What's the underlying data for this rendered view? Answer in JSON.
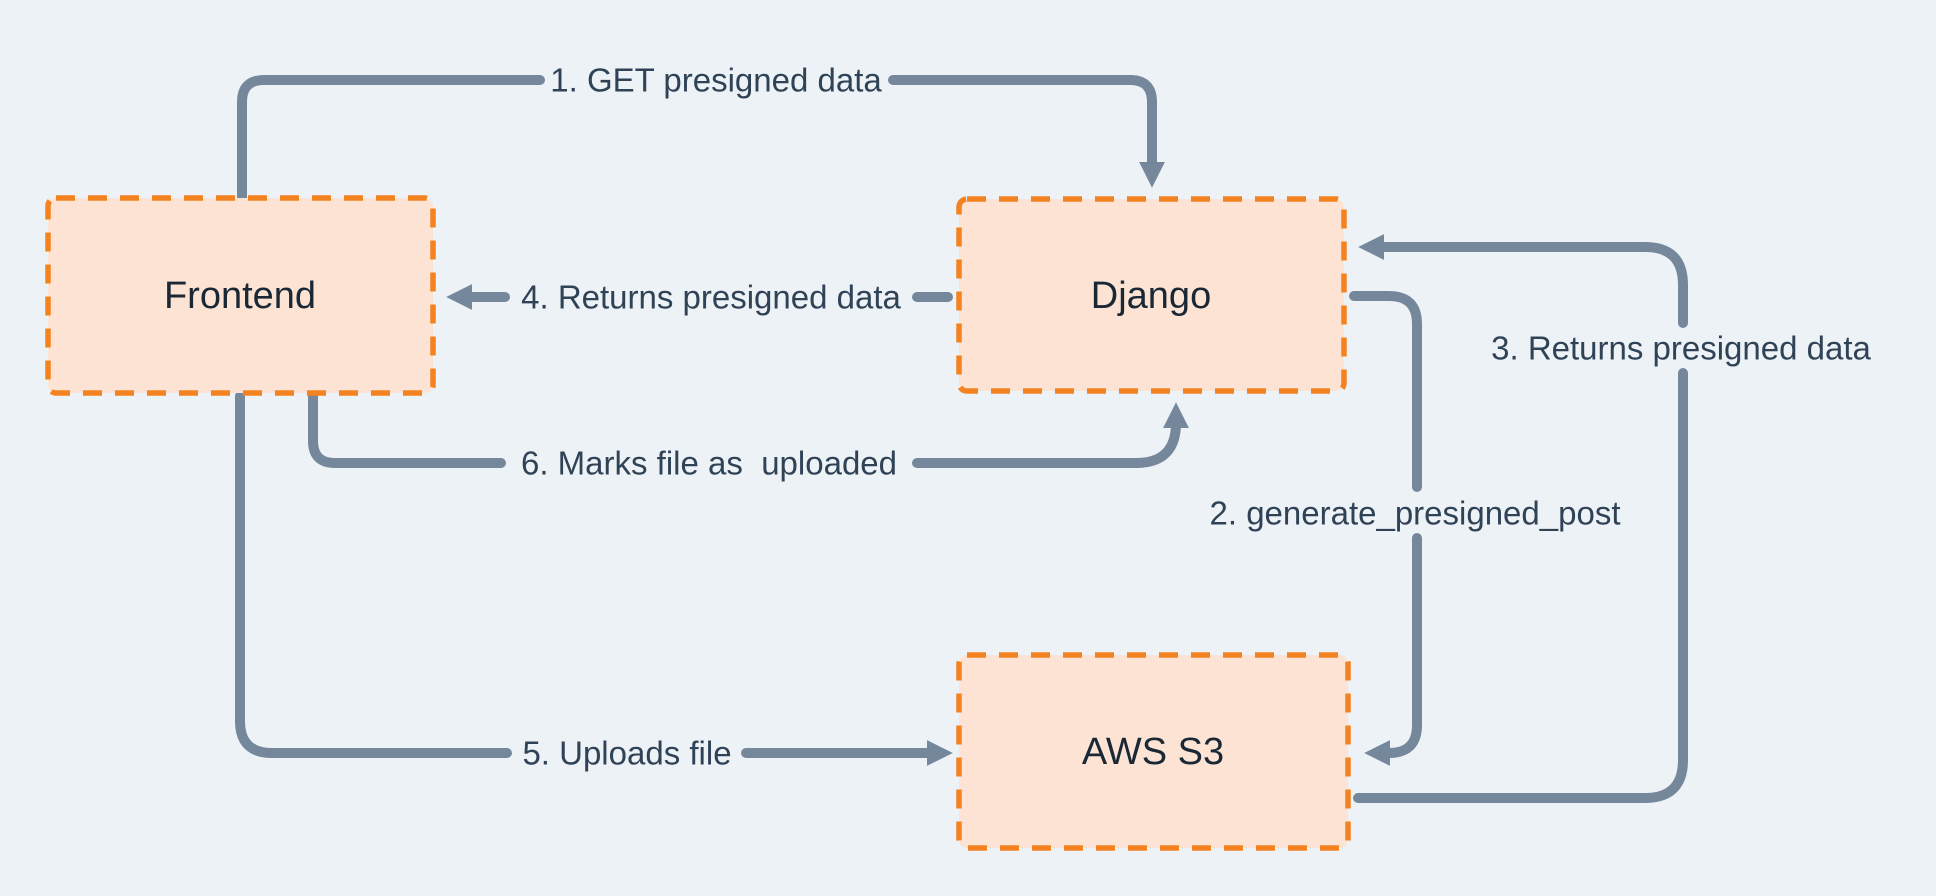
{
  "diagram": {
    "background_color": "#edf2f6",
    "node_fill_color": "#fce3d4",
    "node_border_color": "#f58220",
    "arrow_color": "#75889B",
    "node_label_color": "#1a2835",
    "edge_label_color": "#2f4256"
  },
  "nodes": [
    {
      "id": "frontend",
      "label": "Frontend"
    },
    {
      "id": "django",
      "label": "Django"
    },
    {
      "id": "aws-s3",
      "label": "AWS S3"
    }
  ],
  "edges": [
    {
      "id": "1",
      "label": "1. GET presigned data",
      "from": "frontend",
      "to": "django"
    },
    {
      "id": "2",
      "label": "2. generate_presigned_post",
      "from": "django",
      "to": "aws-s3"
    },
    {
      "id": "3",
      "label": "3. Returns presigned data",
      "from": "aws-s3",
      "to": "django"
    },
    {
      "id": "4",
      "label": "4. Returns presigned data",
      "from": "django",
      "to": "frontend"
    },
    {
      "id": "5",
      "label": "5. Uploads file",
      "from": "frontend",
      "to": "aws-s3"
    },
    {
      "id": "6",
      "label": "6. Marks file as  uploaded",
      "from": "frontend",
      "to": "django"
    }
  ]
}
